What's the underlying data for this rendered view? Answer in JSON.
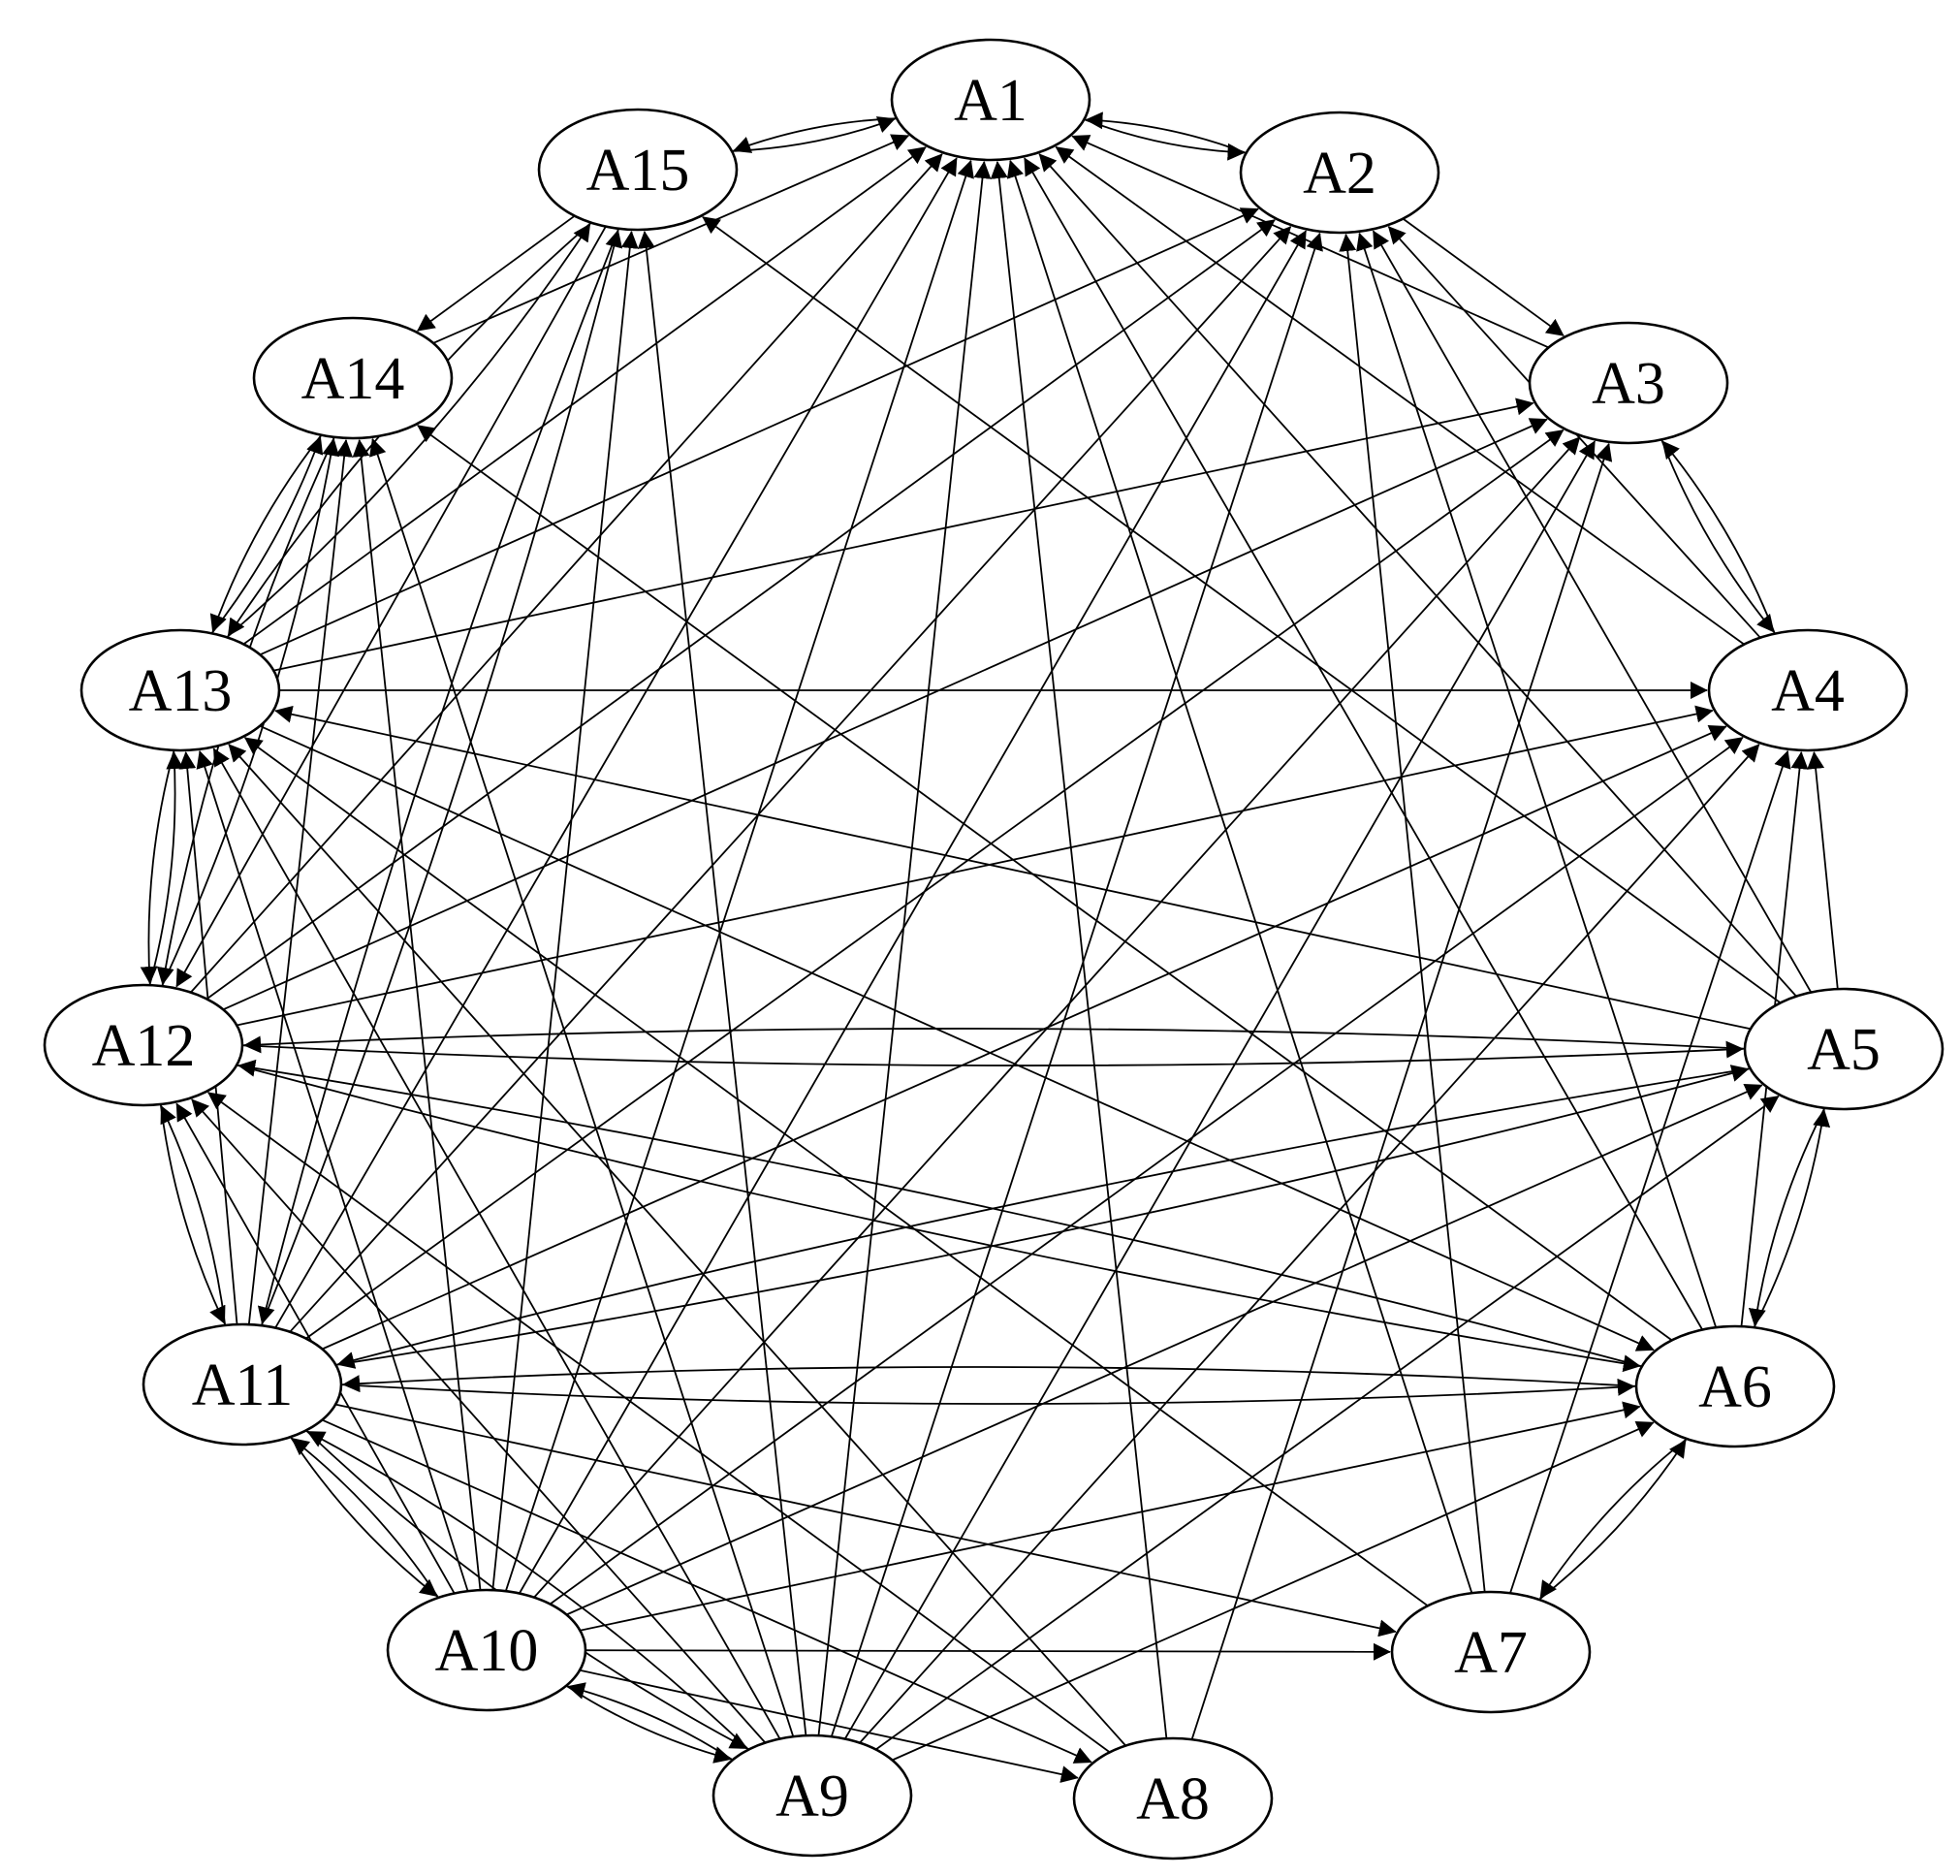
{
  "diagram": {
    "type": "directed-graph",
    "nodes": [
      {
        "id": "A1",
        "label": "A1"
      },
      {
        "id": "A2",
        "label": "A2"
      },
      {
        "id": "A3",
        "label": "A3"
      },
      {
        "id": "A4",
        "label": "A4"
      },
      {
        "id": "A5",
        "label": "A5"
      },
      {
        "id": "A6",
        "label": "A6"
      },
      {
        "id": "A7",
        "label": "A7"
      },
      {
        "id": "A8",
        "label": "A8"
      },
      {
        "id": "A9",
        "label": "A9"
      },
      {
        "id": "A10",
        "label": "A10"
      },
      {
        "id": "A11",
        "label": "A11"
      },
      {
        "id": "A12",
        "label": "A12"
      },
      {
        "id": "A13",
        "label": "A13"
      },
      {
        "id": "A14",
        "label": "A14"
      },
      {
        "id": "A15",
        "label": "A15"
      }
    ],
    "edges": [
      [
        "A1",
        "A2"
      ],
      [
        "A2",
        "A1"
      ],
      [
        "A1",
        "A15"
      ],
      [
        "A2",
        "A3"
      ],
      [
        "A3",
        "A1"
      ],
      [
        "A3",
        "A4"
      ],
      [
        "A4",
        "A3"
      ],
      [
        "A4",
        "A1"
      ],
      [
        "A4",
        "A2"
      ],
      [
        "A5",
        "A1"
      ],
      [
        "A5",
        "A2"
      ],
      [
        "A5",
        "A4"
      ],
      [
        "A5",
        "A6"
      ],
      [
        "A5",
        "A15"
      ],
      [
        "A5",
        "A13"
      ],
      [
        "A5",
        "A12"
      ],
      [
        "A5",
        "A11"
      ],
      [
        "A6",
        "A1"
      ],
      [
        "A6",
        "A2"
      ],
      [
        "A6",
        "A4"
      ],
      [
        "A6",
        "A5"
      ],
      [
        "A6",
        "A7"
      ],
      [
        "A6",
        "A11"
      ],
      [
        "A6",
        "A12"
      ],
      [
        "A6",
        "A14"
      ],
      [
        "A7",
        "A1"
      ],
      [
        "A7",
        "A2"
      ],
      [
        "A7",
        "A4"
      ],
      [
        "A7",
        "A6"
      ],
      [
        "A7",
        "A13"
      ],
      [
        "A8",
        "A1"
      ],
      [
        "A8",
        "A3"
      ],
      [
        "A8",
        "A12"
      ],
      [
        "A8",
        "A13"
      ],
      [
        "A9",
        "A1"
      ],
      [
        "A9",
        "A2"
      ],
      [
        "A9",
        "A3"
      ],
      [
        "A9",
        "A4"
      ],
      [
        "A9",
        "A5"
      ],
      [
        "A9",
        "A6"
      ],
      [
        "A9",
        "A10"
      ],
      [
        "A9",
        "A11"
      ],
      [
        "A9",
        "A12"
      ],
      [
        "A9",
        "A13"
      ],
      [
        "A9",
        "A14"
      ],
      [
        "A9",
        "A15"
      ],
      [
        "A10",
        "A1"
      ],
      [
        "A10",
        "A2"
      ],
      [
        "A10",
        "A3"
      ],
      [
        "A10",
        "A4"
      ],
      [
        "A10",
        "A5"
      ],
      [
        "A10",
        "A6"
      ],
      [
        "A10",
        "A7"
      ],
      [
        "A10",
        "A8"
      ],
      [
        "A10",
        "A9"
      ],
      [
        "A10",
        "A11"
      ],
      [
        "A10",
        "A12"
      ],
      [
        "A10",
        "A13"
      ],
      [
        "A10",
        "A14"
      ],
      [
        "A10",
        "A15"
      ],
      [
        "A11",
        "A1"
      ],
      [
        "A11",
        "A2"
      ],
      [
        "A11",
        "A3"
      ],
      [
        "A11",
        "A4"
      ],
      [
        "A11",
        "A5"
      ],
      [
        "A11",
        "A6"
      ],
      [
        "A11",
        "A7"
      ],
      [
        "A11",
        "A8"
      ],
      [
        "A11",
        "A9"
      ],
      [
        "A11",
        "A10"
      ],
      [
        "A11",
        "A12"
      ],
      [
        "A11",
        "A13"
      ],
      [
        "A11",
        "A14"
      ],
      [
        "A11",
        "A15"
      ],
      [
        "A12",
        "A1"
      ],
      [
        "A12",
        "A2"
      ],
      [
        "A12",
        "A3"
      ],
      [
        "A12",
        "A4"
      ],
      [
        "A12",
        "A5"
      ],
      [
        "A12",
        "A6"
      ],
      [
        "A12",
        "A11"
      ],
      [
        "A12",
        "A13"
      ],
      [
        "A12",
        "A14"
      ],
      [
        "A13",
        "A1"
      ],
      [
        "A13",
        "A2"
      ],
      [
        "A13",
        "A3"
      ],
      [
        "A13",
        "A4"
      ],
      [
        "A13",
        "A6"
      ],
      [
        "A13",
        "A12"
      ],
      [
        "A13",
        "A14"
      ],
      [
        "A13",
        "A15"
      ],
      [
        "A14",
        "A1"
      ],
      [
        "A14",
        "A12"
      ],
      [
        "A14",
        "A13"
      ],
      [
        "A15",
        "A1"
      ],
      [
        "A15",
        "A11"
      ],
      [
        "A15",
        "A12"
      ],
      [
        "A15",
        "A13"
      ],
      [
        "A15",
        "A14"
      ]
    ]
  }
}
